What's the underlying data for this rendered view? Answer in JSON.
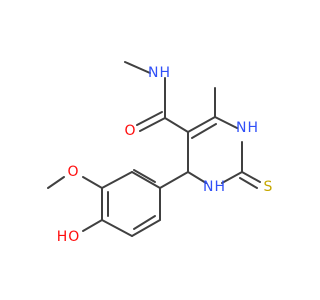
{
  "molecule": {
    "atoms": [
      {
        "id": "N_amide",
        "text": "N",
        "suffix": "H",
        "color": "#3050F8"
      },
      {
        "id": "O_carbonyl",
        "text": "O",
        "suffix": "",
        "color": "#FF0D0D"
      },
      {
        "id": "N1_ring",
        "text": "N",
        "suffix": "H",
        "color": "#3050F8"
      },
      {
        "id": "N3_ring",
        "text": "N",
        "suffix": "H",
        "color": "#3050F8"
      },
      {
        "id": "S_thione",
        "text": "S",
        "suffix": "",
        "color": "#C6A800"
      },
      {
        "id": "O_methoxy",
        "text": "O",
        "suffix": "",
        "color": "#FF0D0D"
      },
      {
        "id": "O_hydroxy",
        "text": "O",
        "prefix": "H",
        "suffix": "",
        "color": "#FF0D0D"
      }
    ],
    "bond_color": "#404040"
  }
}
